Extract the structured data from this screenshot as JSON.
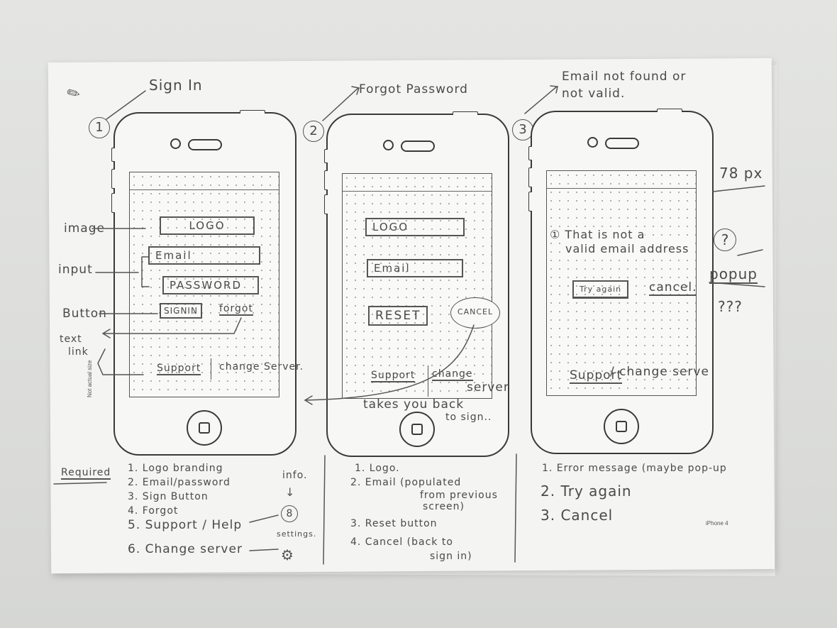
{
  "screens": [
    {
      "number": "1",
      "title": "Sign In",
      "fields": {
        "logo": "LOGO",
        "email": "Email",
        "password": "PASSWORD",
        "signin": "SIGNIN",
        "forgot": "forgot"
      },
      "footer": {
        "support": "Support",
        "change_server": "change Server."
      },
      "printed_note": "Not actual size",
      "annotations": {
        "image": "image",
        "input": "input",
        "button": "Button",
        "text_link_1": "text",
        "text_link_2": "link"
      },
      "notes_heading": "Required",
      "notes": [
        "1. Logo branding",
        "2. Email/password",
        "3. Sign Button",
        "4. Forgot",
        "5. Support / Help",
        "6. Change server"
      ],
      "side_notes": {
        "info": "info.",
        "eight": "8",
        "settings": "settings."
      }
    },
    {
      "number": "2",
      "title": "Forgot Password",
      "fields": {
        "logo": "LOGO",
        "email": "Email",
        "reset": "RESET",
        "cancel": "CANCEL"
      },
      "footer": {
        "support": "Support",
        "change_server_1": "change",
        "change_server_2": "server"
      },
      "callout_1": "takes you back",
      "callout_2": "to sign..",
      "notes": [
        "1. Logo.",
        "2. Email (populated",
        "from previous",
        "screen)",
        "3. Reset button",
        "4. Cancel (back to",
        "sign in)"
      ]
    },
    {
      "number": "3",
      "title_1": "Email not found or",
      "title_2": "not valid.",
      "message_1": "① That is not a",
      "message_2": "valid email address",
      "buttons": {
        "try_again": "Try again",
        "cancel": "cancel."
      },
      "footer": {
        "support": "Support",
        "change_server": "/ change serve"
      },
      "notes": [
        "1. Error message (maybe pop-up",
        "2. Try again",
        "3. Cancel"
      ],
      "side": {
        "px": "78 px",
        "question": "?",
        "popup": "popup",
        "qs": "???"
      },
      "printed_model": "iPhone 4"
    }
  ]
}
